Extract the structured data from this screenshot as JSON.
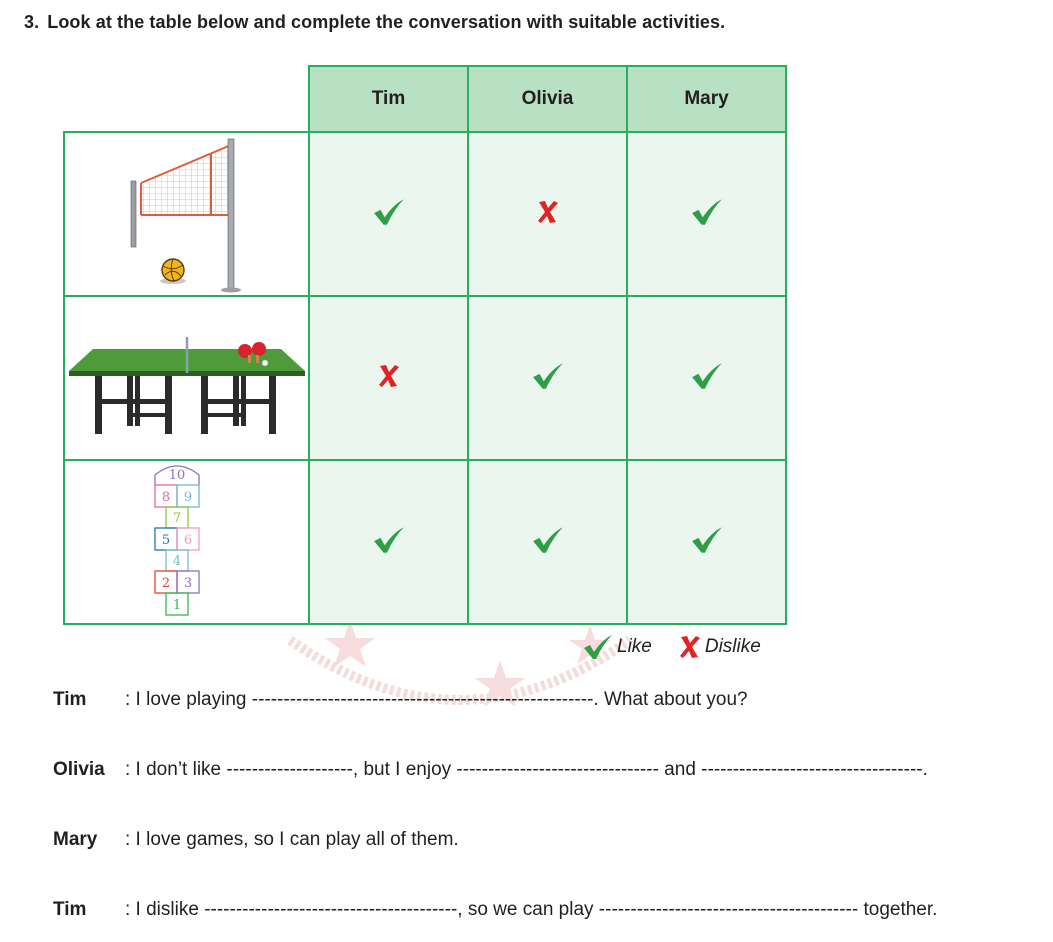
{
  "question": {
    "number": "3.",
    "text": "Look at the table below and complete the conversation with suitable activities."
  },
  "table": {
    "columns": [
      "Tim",
      "Olivia",
      "Mary"
    ],
    "rows": [
      {
        "activity_icon": "volleyball-net-icon",
        "marks": [
          "like",
          "dislike",
          "like"
        ]
      },
      {
        "activity_icon": "table-tennis-icon",
        "marks": [
          "dislike",
          "like",
          "like"
        ]
      },
      {
        "activity_icon": "hopscotch-icon",
        "marks": [
          "like",
          "like",
          "like"
        ]
      }
    ],
    "hopscotch_numbers": [
      "10",
      "8",
      "9",
      "7",
      "5",
      "6",
      "4",
      "2",
      "3",
      "1"
    ],
    "colors": {
      "border": "#27ae60",
      "header_bg": "#b8e0c2",
      "cell_bg": "#eaf6ee",
      "like": "#2e9e47",
      "dislike": "#e02424"
    }
  },
  "legend": {
    "like": "Like",
    "dislike": "Dislike"
  },
  "dialog": [
    {
      "speaker": "Tim",
      "text": ": I love playing ------------------------------------------------------. What about you?"
    },
    {
      "speaker": "Olivia",
      "text": ": I don’t like --------------------, but I enjoy -------------------------------- and -----------------------------------."
    },
    {
      "speaker": "Mary",
      "text": ": I love games, so I can play all of them."
    },
    {
      "speaker": "Tim",
      "text": ": I dislike ----------------------------------------, so we can play ----------------------------------------- together."
    }
  ]
}
